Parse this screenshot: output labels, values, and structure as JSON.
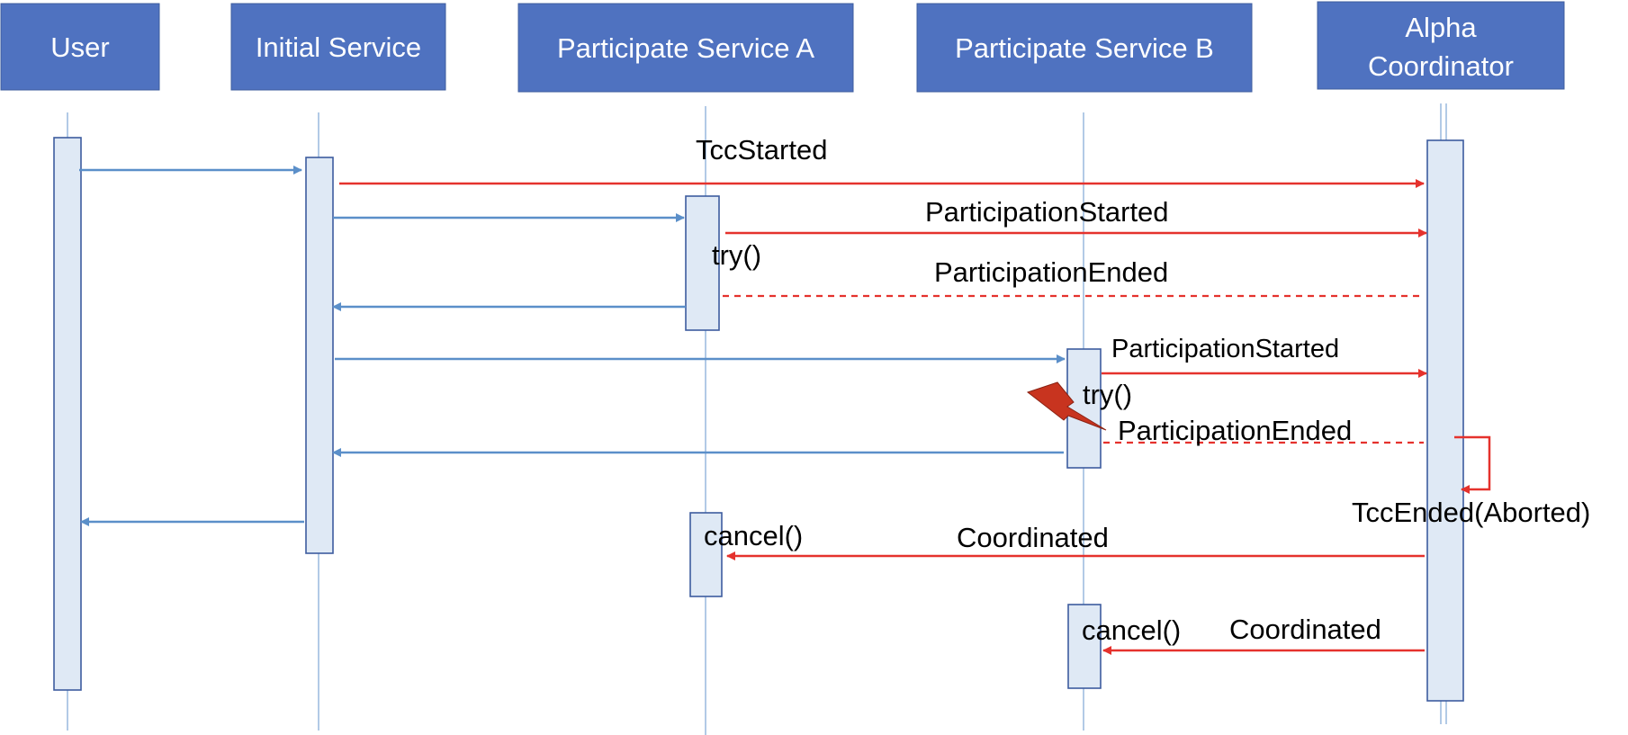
{
  "participants": {
    "user": "User",
    "initial": "Initial Service",
    "service_a": "Participate Service A",
    "service_b": "Participate Service B",
    "coordinator_line1": "Alpha",
    "coordinator_line2": "Coordinator"
  },
  "messages": {
    "tcc_started": "TccStarted",
    "participation_started_a": "ParticipationStarted",
    "participation_ended_a": "ParticipationEnded",
    "participation_started_b": "ParticipationStarted",
    "participation_ended_b": "ParticipationEnded",
    "tcc_ended": "TccEnded(Aborted)",
    "coordinated_a": "Coordinated",
    "coordinated_b": "Coordinated"
  },
  "operations": {
    "try_a": "try()",
    "try_b": "try()",
    "cancel_a": "cancel()",
    "cancel_b": "cancel()"
  },
  "colors": {
    "participant_fill": "#4f72c0",
    "activation_fill": "#dfe9f5",
    "call_arrow": "#5b8fc9",
    "event_arrow": "#e5322d"
  },
  "icons": {
    "failure": "lightning-bolt-icon"
  }
}
